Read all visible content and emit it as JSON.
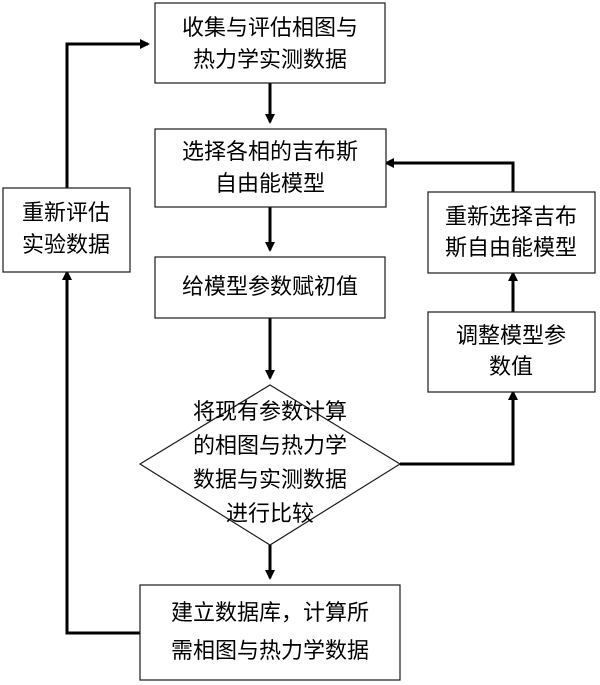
{
  "nodes": {
    "collect": {
      "lines": [
        "收集与评估相图与",
        "热力学实测数据"
      ]
    },
    "select_model": {
      "lines": [
        "选择各相的吉布斯",
        "自由能模型"
      ]
    },
    "init_params": {
      "lines": [
        "给模型参数赋初值"
      ]
    },
    "compare": {
      "lines": [
        "将现有参数计算",
        "的相图与热力学",
        "数据与实测数据",
        "进行比较"
      ]
    },
    "build_db": {
      "lines": [
        "建立数据库，计算所",
        "需相图与热力学数据"
      ]
    },
    "reassess": {
      "lines": [
        "重新评估",
        "实验数据"
      ]
    },
    "adjust_params": {
      "lines": [
        "调整模型参",
        "数值"
      ]
    },
    "reselect_model": {
      "lines": [
        "重新选择吉布",
        "斯自由能模型"
      ]
    }
  },
  "edges": [
    {
      "from": "collect",
      "to": "select_model"
    },
    {
      "from": "select_model",
      "to": "init_params"
    },
    {
      "from": "init_params",
      "to": "compare"
    },
    {
      "from": "compare",
      "to": "build_db"
    },
    {
      "from": "compare",
      "to": "adjust_params"
    },
    {
      "from": "adjust_params",
      "to": "reselect_model"
    },
    {
      "from": "reselect_model",
      "to": "select_model"
    },
    {
      "from": "build_db",
      "to": "reassess"
    },
    {
      "from": "reassess",
      "to": "collect"
    }
  ],
  "colors": {
    "stroke": "#000000",
    "box_border": "#1a1a1a",
    "background": "#ffffff"
  }
}
